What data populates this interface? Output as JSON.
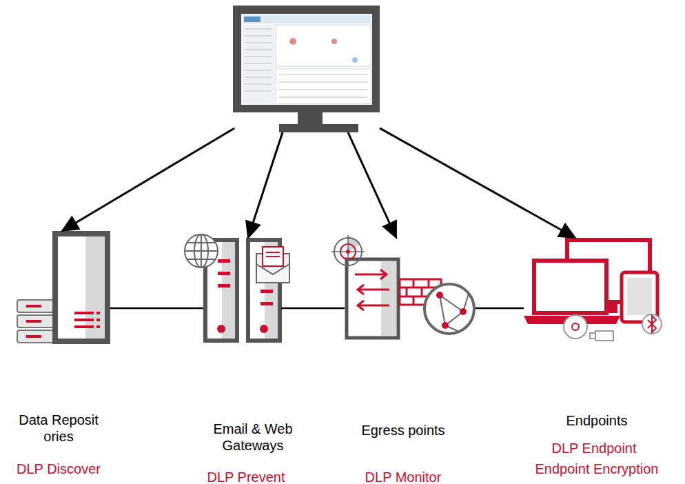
{
  "diagram": {
    "nodes": [
      {
        "text": []
      },
      {
        "text": [
          "Data Reposit ories",
          "DLP Discover"
        ]
      },
      {
        "text": [
          "Email & Web Gateways",
          "DLP Prevent"
        ]
      },
      {
        "text": [
          "Egress points",
          "DLP Monitor"
        ]
      },
      {
        "text": [
          "Endpoints",
          "DLP Endpoint",
          "Endpoint Encryption"
        ]
      }
    ],
    "edges": [
      {
        "from": 0,
        "to": 1,
        "arrow": "to"
      },
      {
        "from": 0,
        "to": 2,
        "arrow": "to"
      },
      {
        "from": 0,
        "to": 3,
        "arrow": "to"
      },
      {
        "from": 0,
        "to": 4,
        "arrow": "to"
      },
      {
        "from": 1,
        "to": 2,
        "arrow": "none"
      },
      {
        "from": 2,
        "to": 3,
        "arrow": "none"
      },
      {
        "from": 3,
        "to": 4,
        "arrow": "none"
      }
    ]
  }
}
